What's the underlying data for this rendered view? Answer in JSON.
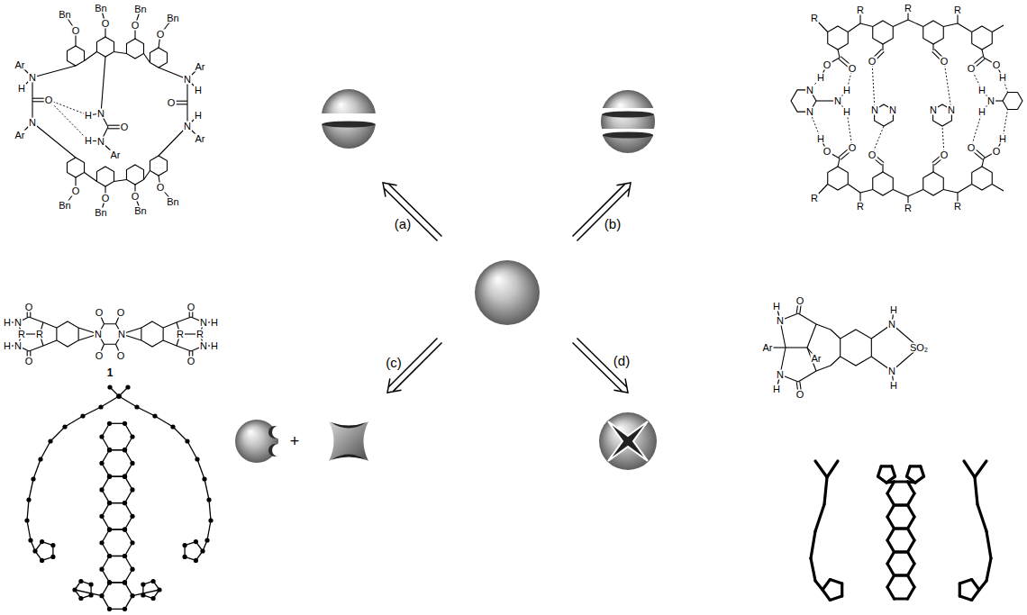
{
  "diagram": {
    "labels": [
      "(a)",
      "(b)",
      "(c)",
      "(d)",
      "Bn",
      "O",
      "Bn",
      "O",
      "Bn",
      "O",
      "Bn",
      "O",
      "O",
      "Bn",
      "O",
      "Bn",
      "O",
      "Bn",
      "O",
      "Bn",
      "Ar",
      "N",
      "H",
      "O",
      "N",
      "Ar",
      "H",
      "N",
      "O",
      "H",
      "N",
      "Ar",
      "Ar",
      "N",
      "H",
      "O",
      "H",
      "N",
      "Ar",
      "R",
      "R",
      "R",
      "R",
      "O",
      "H",
      "O",
      "O",
      "O",
      "O",
      "O",
      "H",
      "N",
      "N",
      "N",
      "H",
      "H",
      "N",
      "N",
      "N",
      "N",
      "N",
      "H",
      "H",
      "O",
      "H",
      "O",
      "O",
      "O",
      "O",
      "O",
      "H",
      "R",
      "R",
      "R",
      "R",
      "O",
      "H",
      "N",
      "N",
      "H",
      "R",
      "R",
      "O",
      "O",
      "O",
      "N",
      "N",
      "O",
      "O",
      "O",
      "N",
      "H",
      "N",
      "H",
      "O",
      "R",
      "R",
      "1",
      "H",
      "N",
      "O",
      "Ar",
      "Ar",
      "N",
      "H",
      "O",
      "H",
      "N",
      "SO₂",
      "N",
      "H",
      "+"
    ]
  }
}
